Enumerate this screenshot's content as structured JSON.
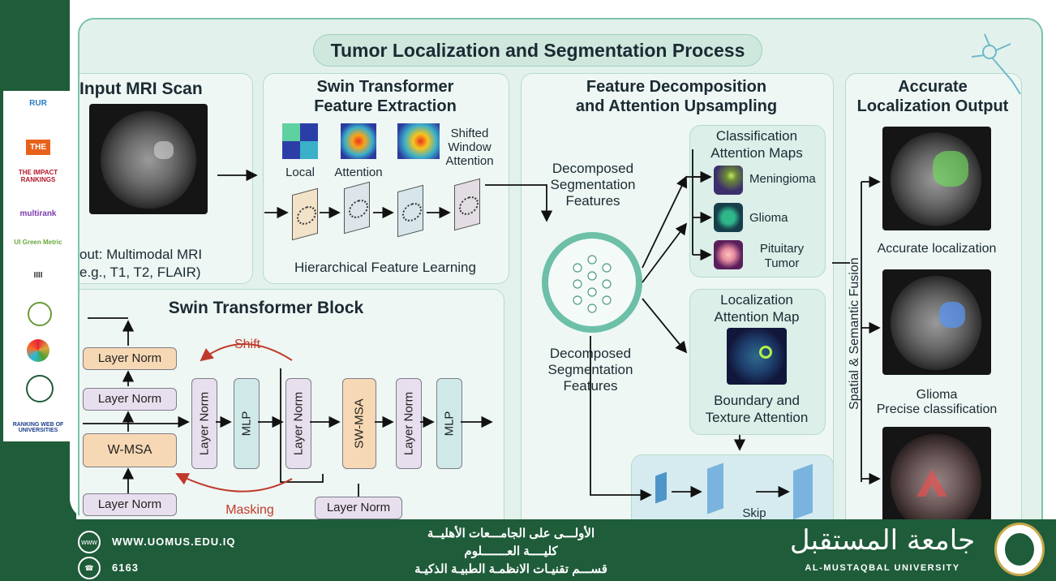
{
  "diagram": {
    "title": "Tumor Localization and Segmentation Process",
    "input_section": {
      "title": "Input MRI Scan",
      "caption_line1": "out: Multimodal MRI",
      "caption_line2": "e.g., T1, T2, FLAIR)"
    },
    "swin_section": {
      "title_line1": "Swin Transformer",
      "title_line2": "Feature Extraction",
      "map_local": "Local",
      "map_attention": "Attention",
      "map_shifted_line1": "Shifted",
      "map_shifted_line2": "Window",
      "map_shifted_line3": "Attention",
      "caption": "Hierarchical Feature Learning"
    },
    "block_section": {
      "title": "Swin Transformer Block",
      "layer_norm": "Layer Norm",
      "w_msa": "W-MSA",
      "sw_msa": "SW-MSA",
      "mlp": "MLP",
      "shift": "Shift",
      "masking": "Masking"
    },
    "decomp_section": {
      "title_line1": "Feature Decomposition",
      "title_line2": "and Attention Upsampling",
      "feat_top_line1": "Decomposed",
      "feat_top_line2": "Segmentation",
      "feat_top_line3": "Features",
      "feat_bottom_line1": "Decomposed",
      "feat_bottom_line2": "Segmentation",
      "feat_bottom_line3": "Features",
      "class_title_line1": "Classification",
      "class_title_line2": "Attention Maps",
      "class_meningioma": "Meningioma",
      "class_glioma": "Glioma",
      "class_pituitary_line1": "Pituitary",
      "class_pituitary_line2": "Tumor",
      "loc_title_line1": "Localization",
      "loc_title_line2": "Attention Map",
      "loc_caption_line1": "Boundary and",
      "loc_caption_line2": "Texture Attention",
      "skip": "Skip"
    },
    "output_section": {
      "title_line1": "Accurate",
      "title_line2": "Localization Output",
      "fusion": "Spatial & Semantic Fusion",
      "out1": "Accurate localization",
      "out2_line1": "Glioma",
      "out2_line2": "Precise classification"
    }
  },
  "sidebar": {
    "logos": [
      "RUR",
      "THE",
      "THE IMPACT RANKINGS",
      "multirank",
      "UI Green Metric",
      "IIII",
      "",
      "",
      "",
      "RANKING WEB OF UNIVERSITIES"
    ]
  },
  "footer": {
    "website": "WWW.UOMUS.EDU.IQ",
    "phone": "6163",
    "arabic_line1": "الأولـــى على الجامـــعات الأهليــة",
    "arabic_line2": "كليــــة العـــــــلوم",
    "arabic_line3": "قســـم تقنيـات الانظمـة الطبيـة الذكيـة",
    "university_arabic": "جامعة المستقبل",
    "university_english": "AL-MUSTAQBAL UNIVERSITY"
  },
  "colors": {
    "brand_green": "#1f5c3a",
    "card_bg": "#e3f1ec",
    "peach_box": "#f7d8b4",
    "purple_box": "#e8dfee",
    "teal_box": "#cfe9e9"
  }
}
